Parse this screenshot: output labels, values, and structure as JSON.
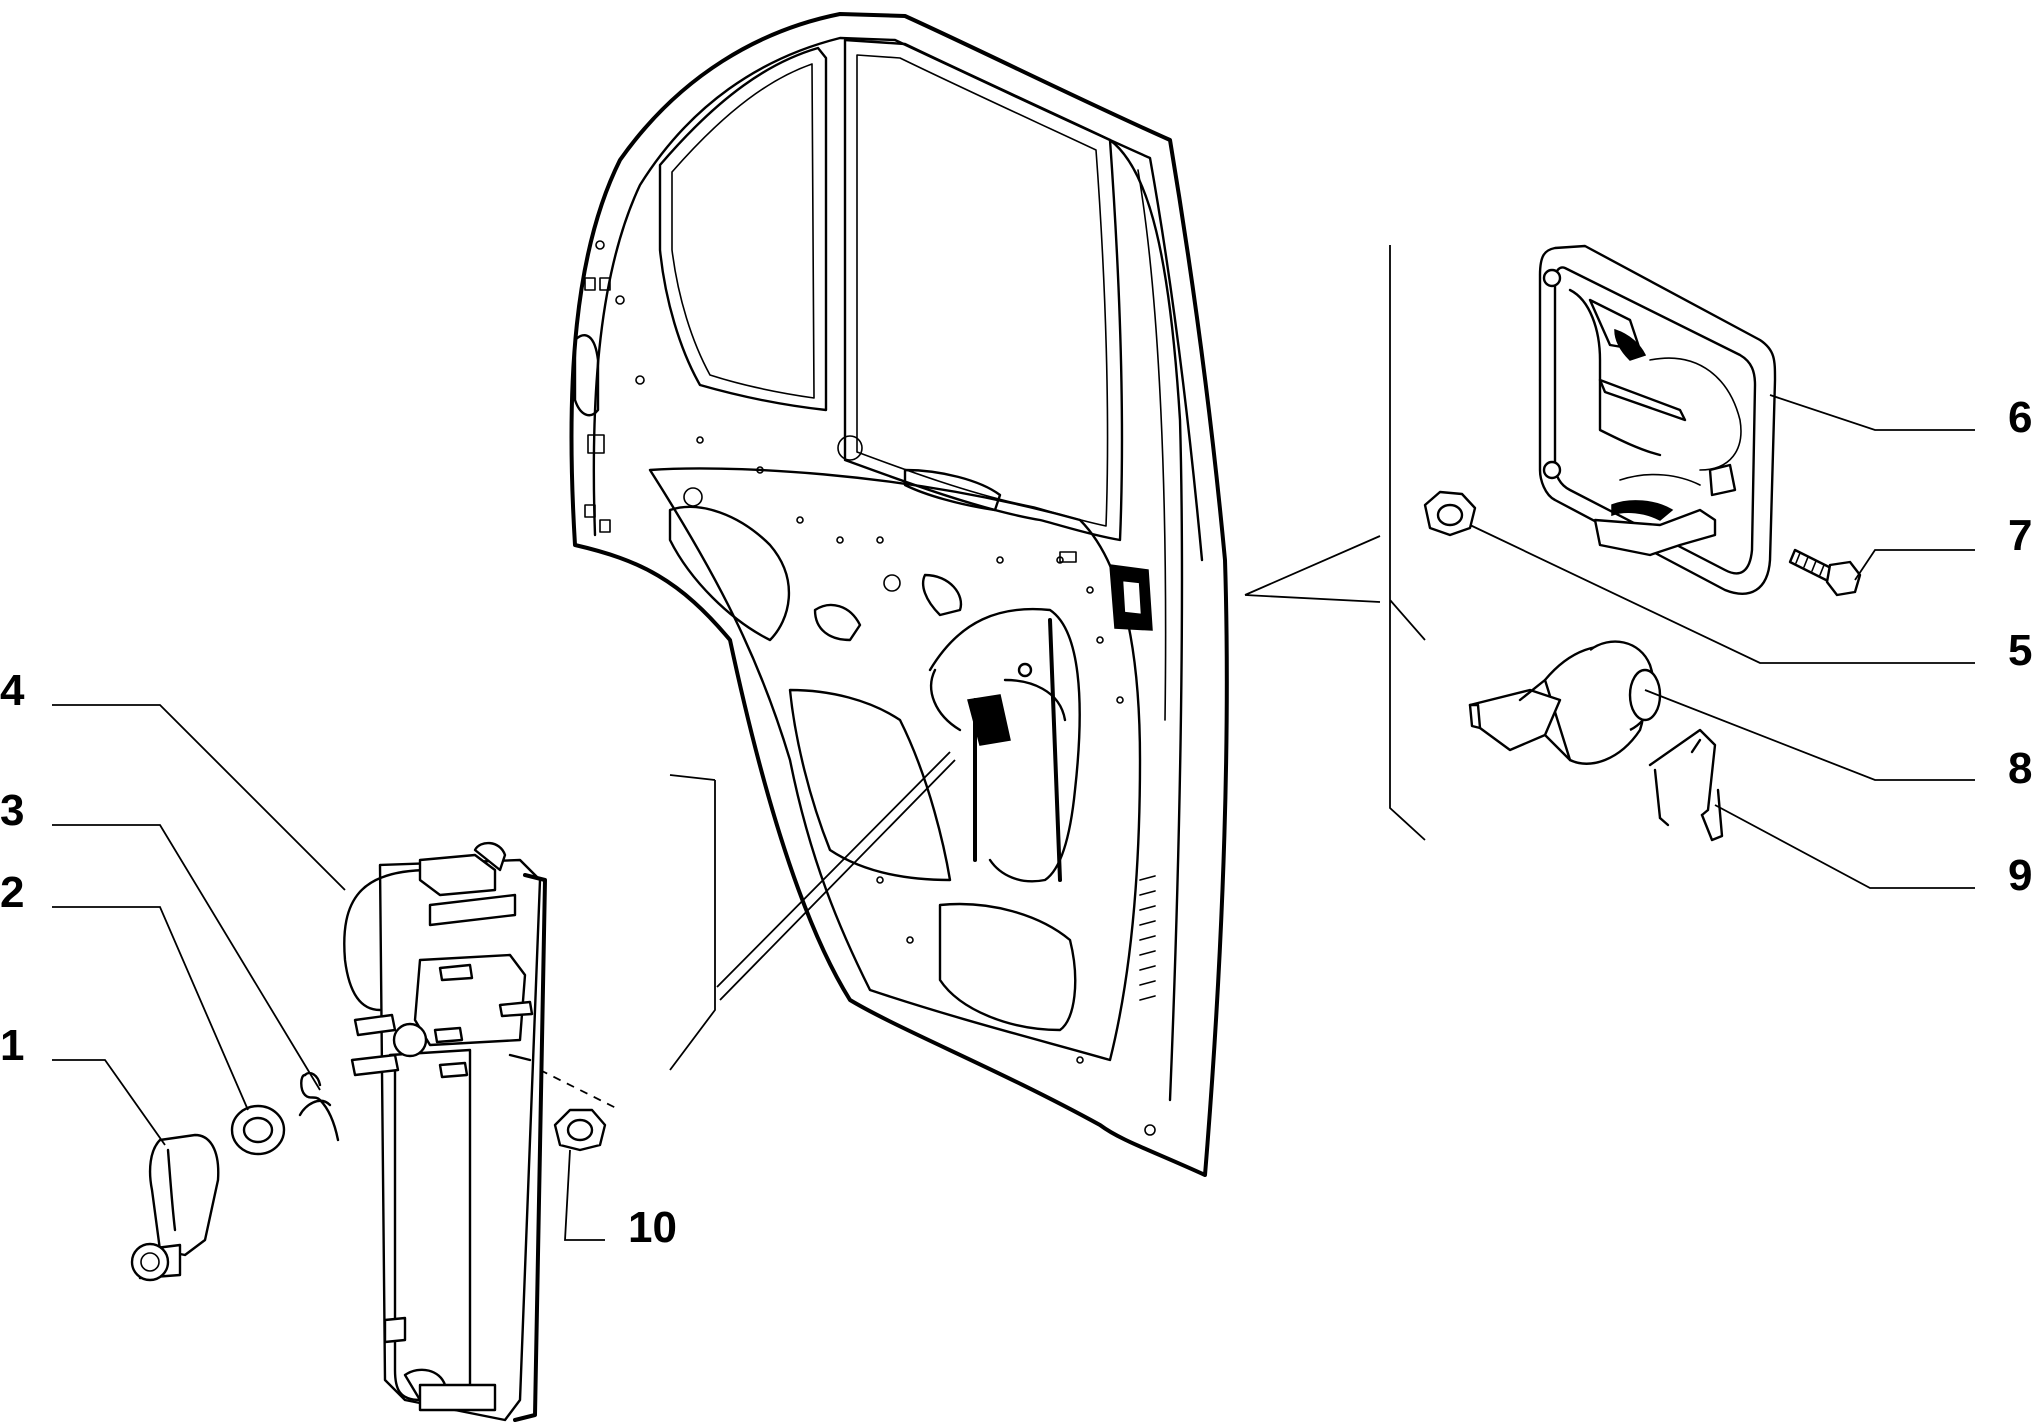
{
  "diagram": {
    "part_labels": [
      {
        "id": "p1",
        "text": "1"
      },
      {
        "id": "p2",
        "text": "2"
      },
      {
        "id": "p3",
        "text": "3"
      },
      {
        "id": "p4",
        "text": "4"
      },
      {
        "id": "p5",
        "text": "5"
      },
      {
        "id": "p6",
        "text": "6"
      },
      {
        "id": "p7",
        "text": "7"
      },
      {
        "id": "p8",
        "text": "8"
      },
      {
        "id": "p9",
        "text": "9"
      },
      {
        "id": "p10",
        "text": "10"
      }
    ]
  }
}
